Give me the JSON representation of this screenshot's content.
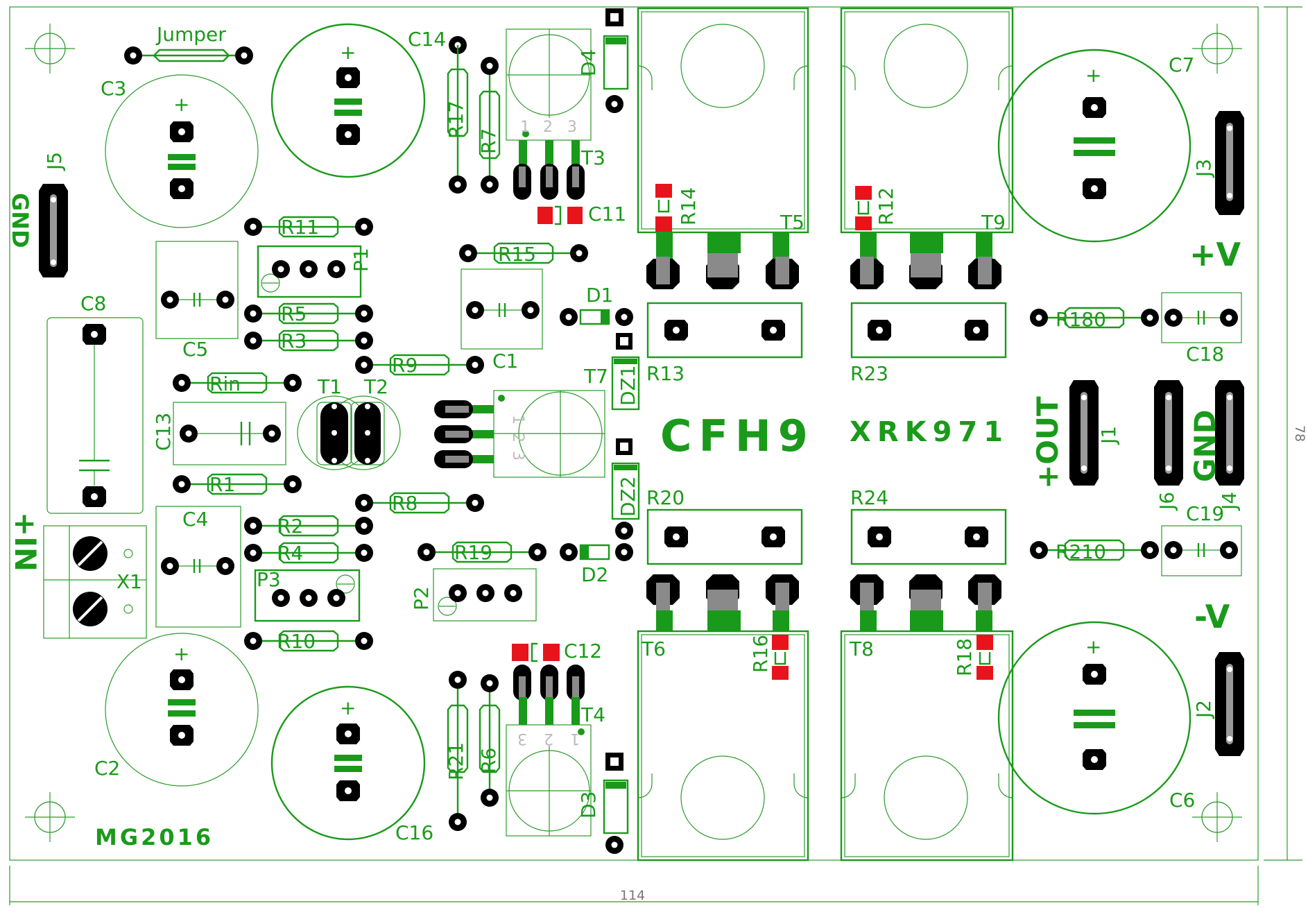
{
  "board": {
    "title": "CFH9",
    "code": "XRK971",
    "author_mark": "MG2016",
    "width_dim": "114",
    "height_dim": "78"
  },
  "connectors": {
    "in_label": "+IN",
    "out_label": "+OUT",
    "gnd_left": "GND",
    "gnd_right": "GND",
    "pos_v": "+V",
    "neg_v": "-V"
  },
  "resistors": [
    "R11",
    "R5",
    "R3",
    "Rin",
    "R1",
    "R2",
    "R4",
    "R10",
    "R9",
    "R8",
    "R15",
    "R19",
    "R17",
    "R7",
    "R21",
    "R6",
    "R180",
    "R210"
  ],
  "capacitors": [
    "C3",
    "C8",
    "C5",
    "C13",
    "C4",
    "C2",
    "C14",
    "C16",
    "C1",
    "C11",
    "C12",
    "C7",
    "C6",
    "C18",
    "C19"
  ],
  "transistors": [
    "T1",
    "T2",
    "T3",
    "T4",
    "T5",
    "T6",
    "T7",
    "T8",
    "T9"
  ],
  "diodes": [
    "D1",
    "D2",
    "D3",
    "D4",
    "DZ1",
    "DZ2"
  ],
  "smd_resistors": [
    "R14",
    "R12",
    "R16",
    "R18"
  ],
  "emitter_resistors": [
    "R13",
    "R23",
    "R20",
    "R24"
  ],
  "pots": [
    "P1",
    "P2",
    "P3"
  ],
  "jumpers": [
    "J1",
    "J2",
    "J3",
    "J4",
    "J5",
    "J6",
    "Jumper"
  ],
  "terminal": "X1",
  "pin_numbers": [
    "1",
    "2",
    "3"
  ]
}
